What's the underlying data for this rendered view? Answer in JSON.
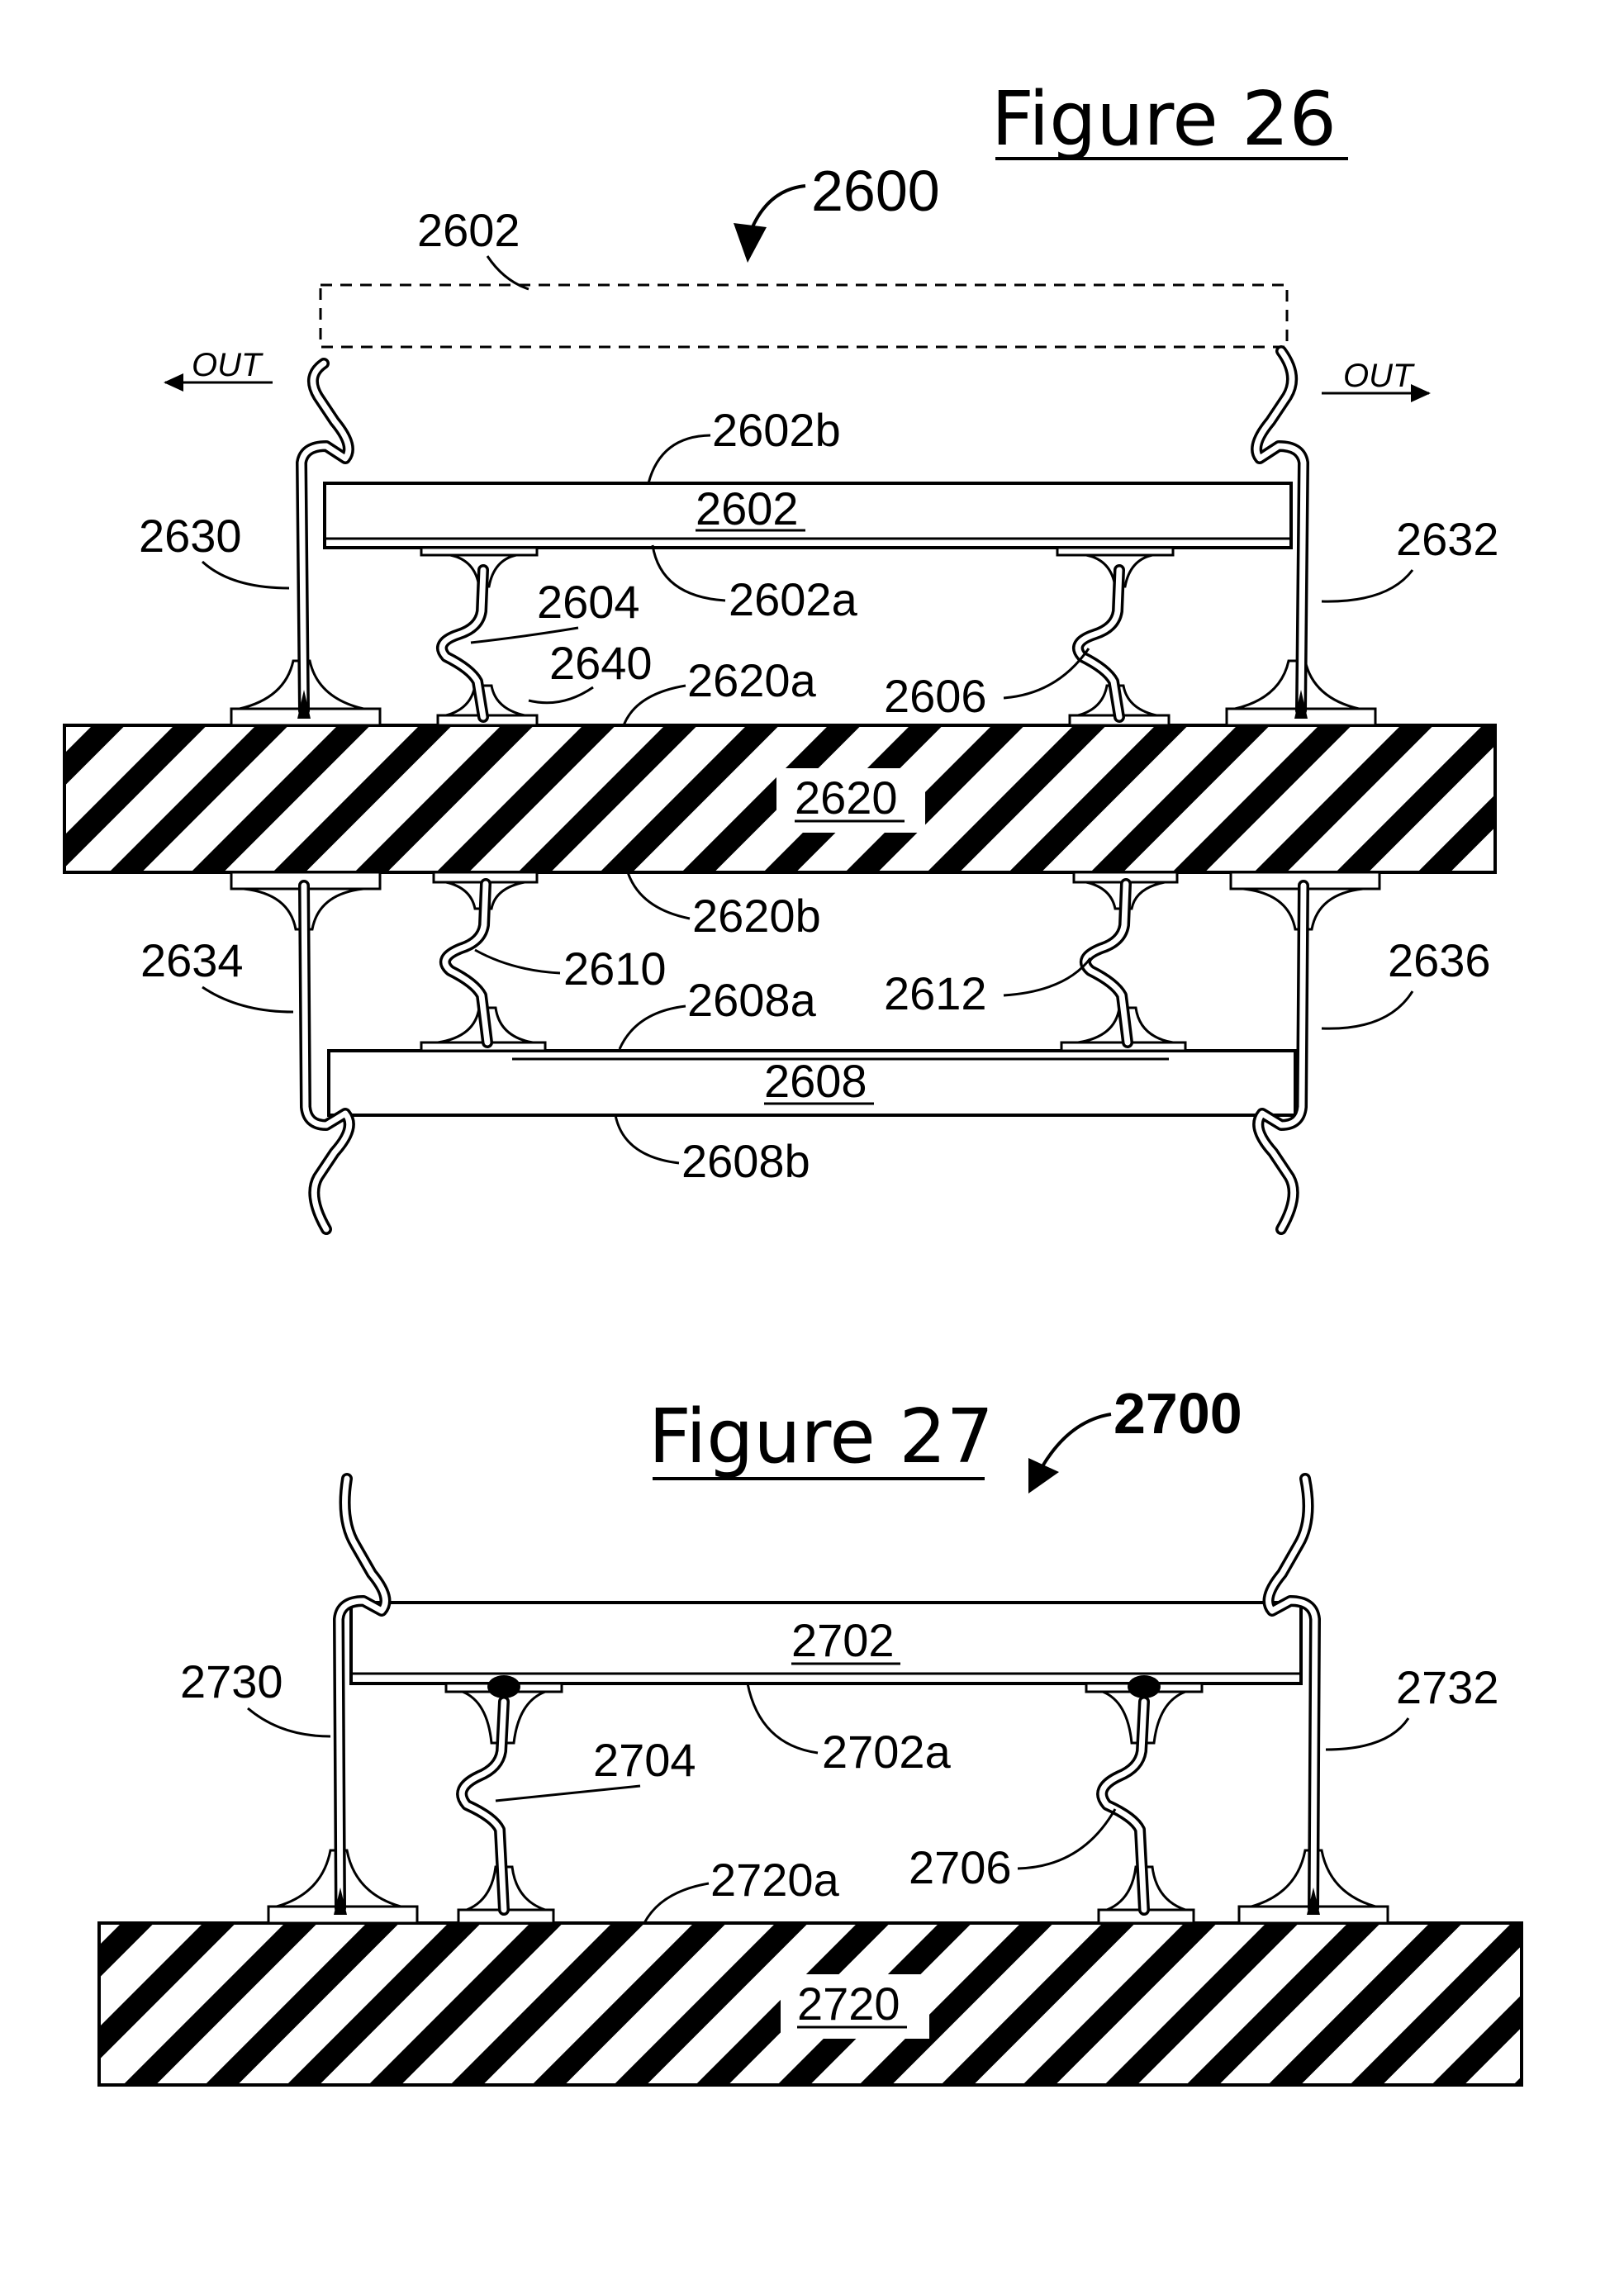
{
  "figure26": {
    "title": "Figure 26",
    "ref": "2600",
    "arrow_left": "OUT",
    "arrow_right": "OUT",
    "labels": {
      "l2602_dashed": "2602",
      "l2602b": "2602b",
      "l2602": "2602",
      "l2602a": "2602a",
      "l2630": "2630",
      "l2632": "2632",
      "l2604": "2604",
      "l2640": "2640",
      "l2620a": "2620a",
      "l2606": "2606",
      "l2620": "2620",
      "l2620b": "2620b",
      "l2634": "2634",
      "l2636": "2636",
      "l2610": "2610",
      "l2608a": "2608a",
      "l2612": "2612",
      "l2608": "2608",
      "l2608b": "2608b"
    }
  },
  "figure27": {
    "title": "Figure 27",
    "ref": "2700",
    "labels": {
      "l2702": "2702",
      "l2730": "2730",
      "l2732": "2732",
      "l2702a": "2702a",
      "l2704": "2704",
      "l2706": "2706",
      "l2720a": "2720a",
      "l2720": "2720"
    }
  }
}
